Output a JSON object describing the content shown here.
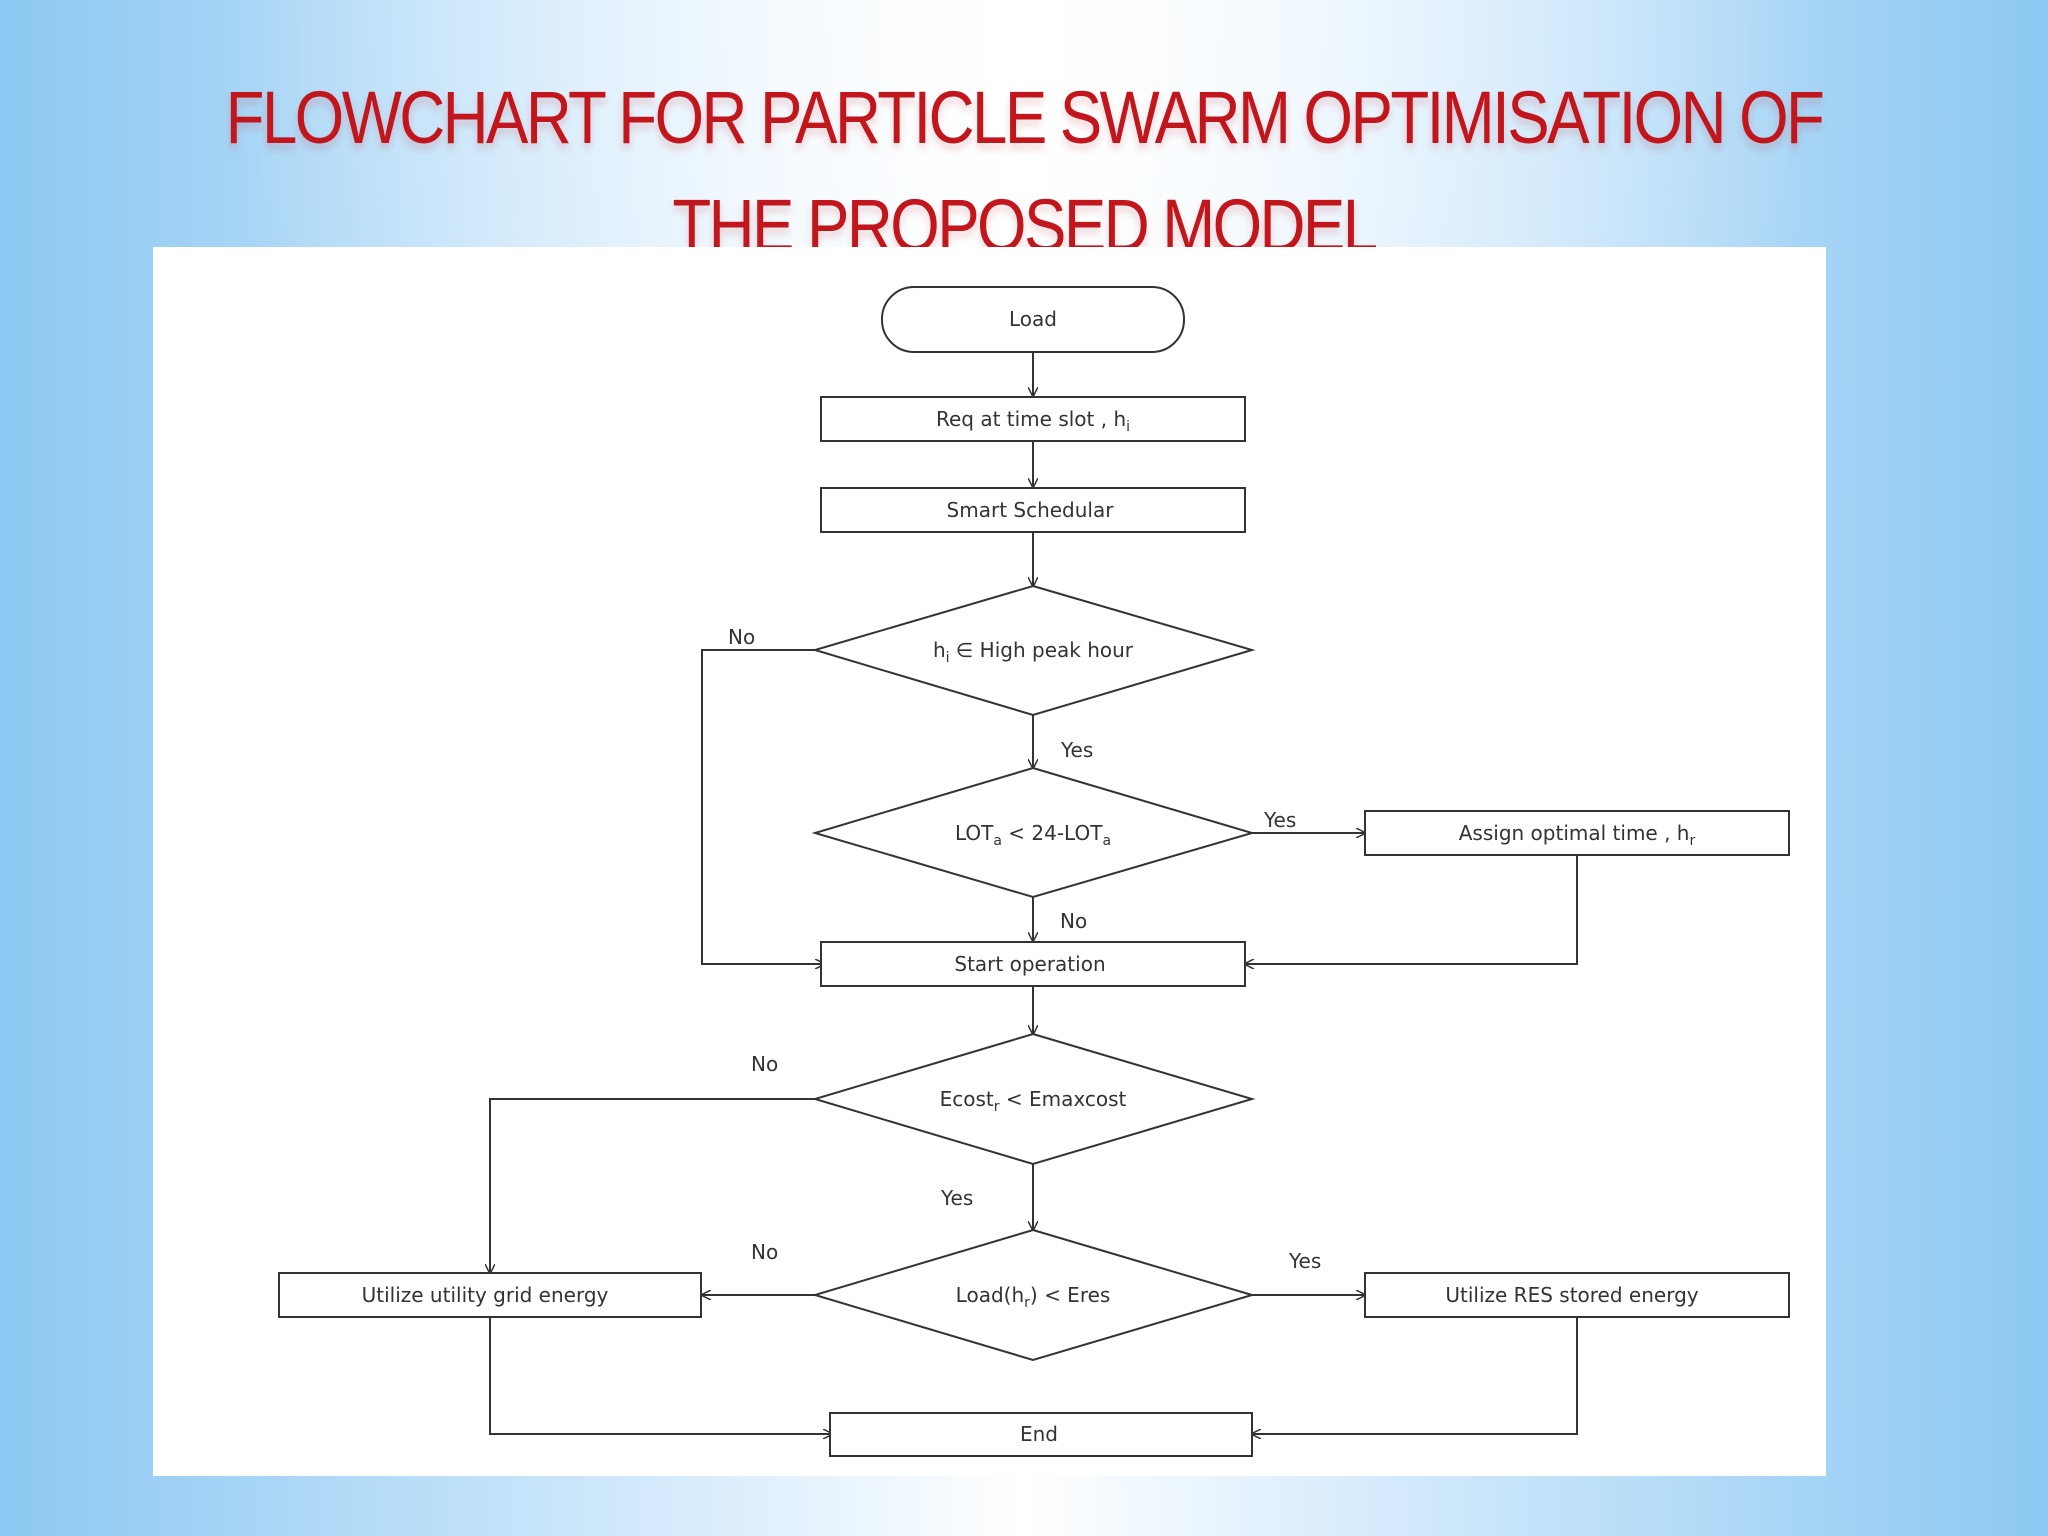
{
  "title": {
    "line1": "FLOWCHART FOR PARTICLE SWARM OPTIMISATION OF",
    "line2": "THE PROPOSED MODEL"
  },
  "nodes": {
    "load": "Load",
    "req": "Req at time slot , h",
    "req_sub": "i",
    "scheduler": "Smart Schedular",
    "peak_pre": "h",
    "peak_sub": "i",
    "peak_post": " ∈ High  peak hour",
    "lot_a": "LOT",
    "lot_sub1": "a",
    "lot_b": " < 24-LOT",
    "lot_sub2": "a",
    "assign": "Assign optimal time , h",
    "assign_sub": "r",
    "start": "Start operation",
    "ecost_a": "Ecost",
    "ecost_sub": "r",
    "ecost_b": " < Emaxcost",
    "loadh_a": "Load(h",
    "loadh_sub": "r",
    "loadh_b": ") < Eres",
    "grid": "Utilize utility grid energy",
    "res": "Utilize RES stored energy",
    "end": "End"
  },
  "edges": {
    "peak_no": "No",
    "peak_yes": "Yes",
    "lot_yes": "Yes",
    "lot_no": "No",
    "ecost_no": "No",
    "ecost_yes": "Yes",
    "loadh_no": "No",
    "loadh_yes": "Yes"
  }
}
